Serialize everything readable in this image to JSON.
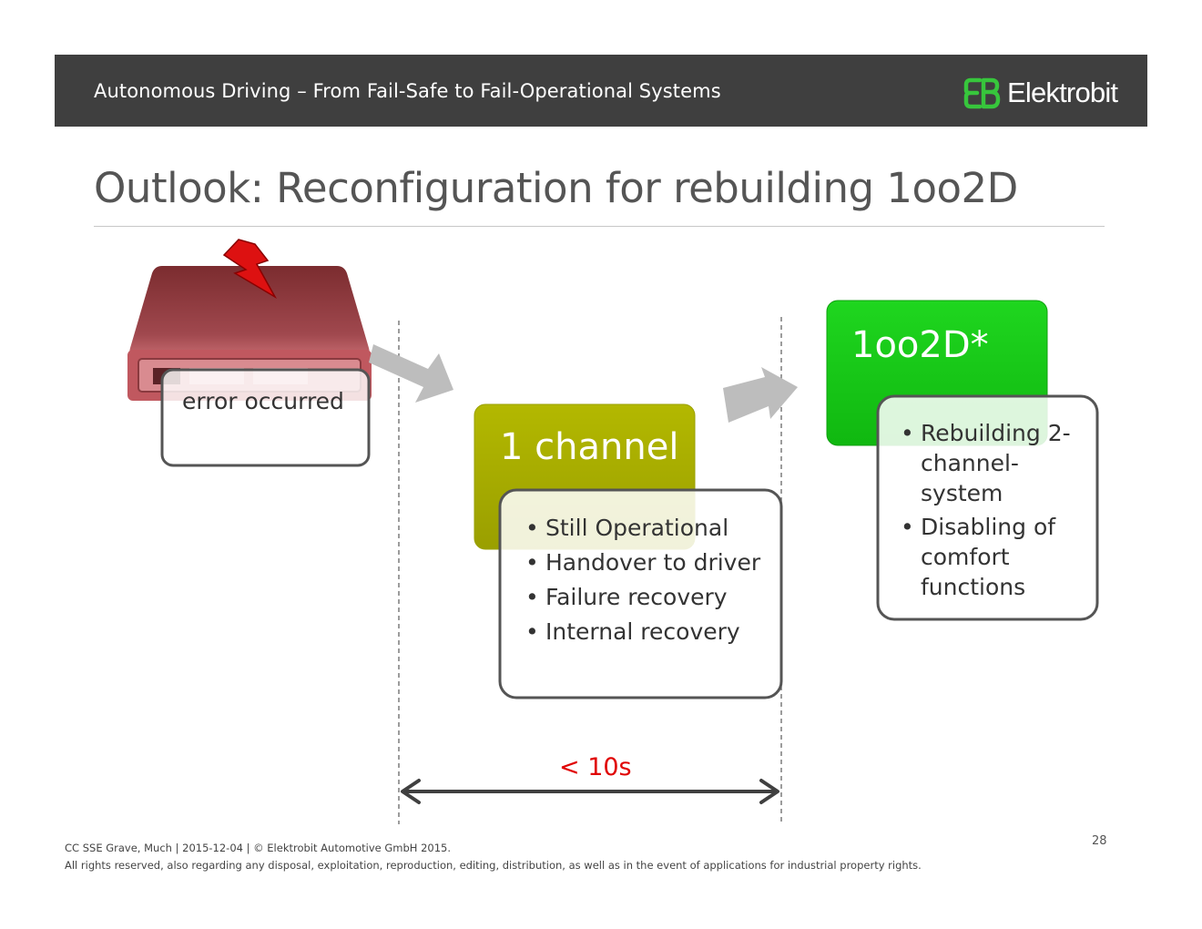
{
  "header": {
    "title": "Autonomous Driving – From Fail-Safe to Fail-Operational Systems",
    "logo_text": "Elektrobit",
    "background": "#3f3f3f"
  },
  "slide": {
    "title": "Outlook: Reconfiguration for rebuilding 1oo2D"
  },
  "diagram": {
    "error_box": {
      "label": "error occurred",
      "icon": "broken-ecu-icon",
      "color": "#a0484e"
    },
    "state_one_channel": {
      "label": "1 channel",
      "color": "#a8ad00",
      "bullets": [
        "Still Operational",
        "Handover to driver",
        "Failure recovery",
        "Internal recovery"
      ]
    },
    "state_1oo2d": {
      "label": "1oo2D*",
      "color": "#22cc22",
      "bullets": [
        "Rebuilding 2-channel-system",
        "Disabling of comfort functions"
      ]
    },
    "time_span": {
      "label": "< 10s",
      "color": "#e00000"
    }
  },
  "footer": {
    "line1": "CC SSE Grave, Much | 2015-12-04 | © Elektrobit Automotive GmbH 2015.",
    "line2": "All rights reserved, also regarding any disposal,  exploitation, reproduction, editing, distribution, as well as in the event of applications for industrial property rights.",
    "page_number": "28"
  }
}
